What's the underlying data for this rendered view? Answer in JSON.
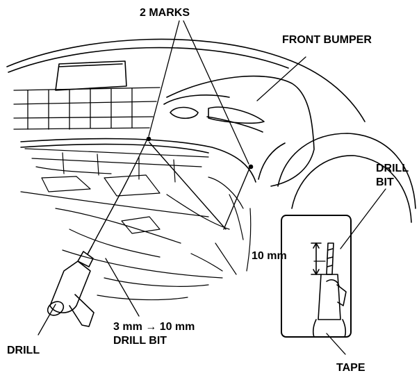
{
  "labels": {
    "marks": "2 MARKS",
    "front_bumper": "FRONT BUMPER",
    "drill_bit_line1": "DRILL",
    "drill_bit_line2": "BIT",
    "measure": "10 mm",
    "bit_size_line1": "3 mm → 10 mm",
    "bit_size_line2": "DRILL BIT",
    "drill": "DRILL",
    "tape": "TAPE"
  },
  "colors": {
    "ink": "#000000",
    "paper": "#ffffff"
  }
}
